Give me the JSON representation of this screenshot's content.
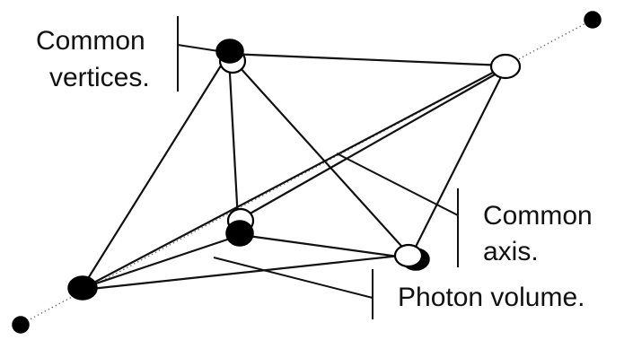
{
  "labels": {
    "common_vertices_line1": "Common",
    "common_vertices_line2": "vertices.",
    "common_axis_line1": "Common",
    "common_axis_line2": "axis.",
    "photon_volume": "Photon volume."
  }
}
